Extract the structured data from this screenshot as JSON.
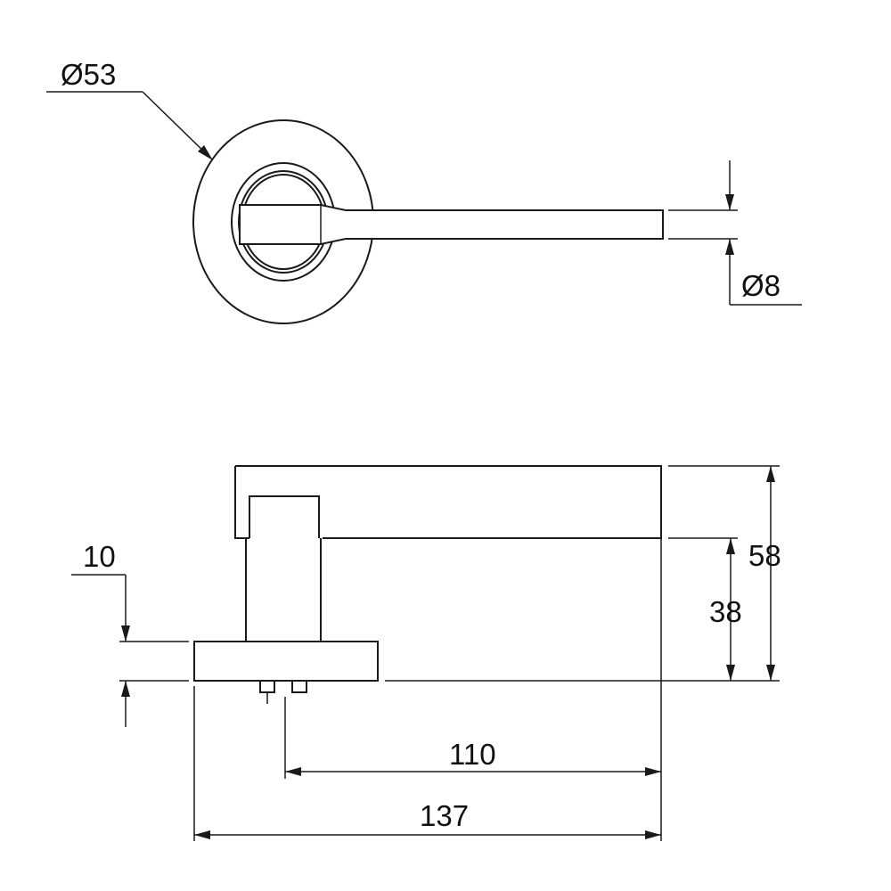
{
  "dimensions": {
    "rose_diameter": "Ø53",
    "bar_diameter": "Ø8",
    "rose_thickness": "10",
    "lever_projection": "38",
    "total_projection": "58",
    "lever_length_from_spindle": "110",
    "overall_length": "137"
  }
}
